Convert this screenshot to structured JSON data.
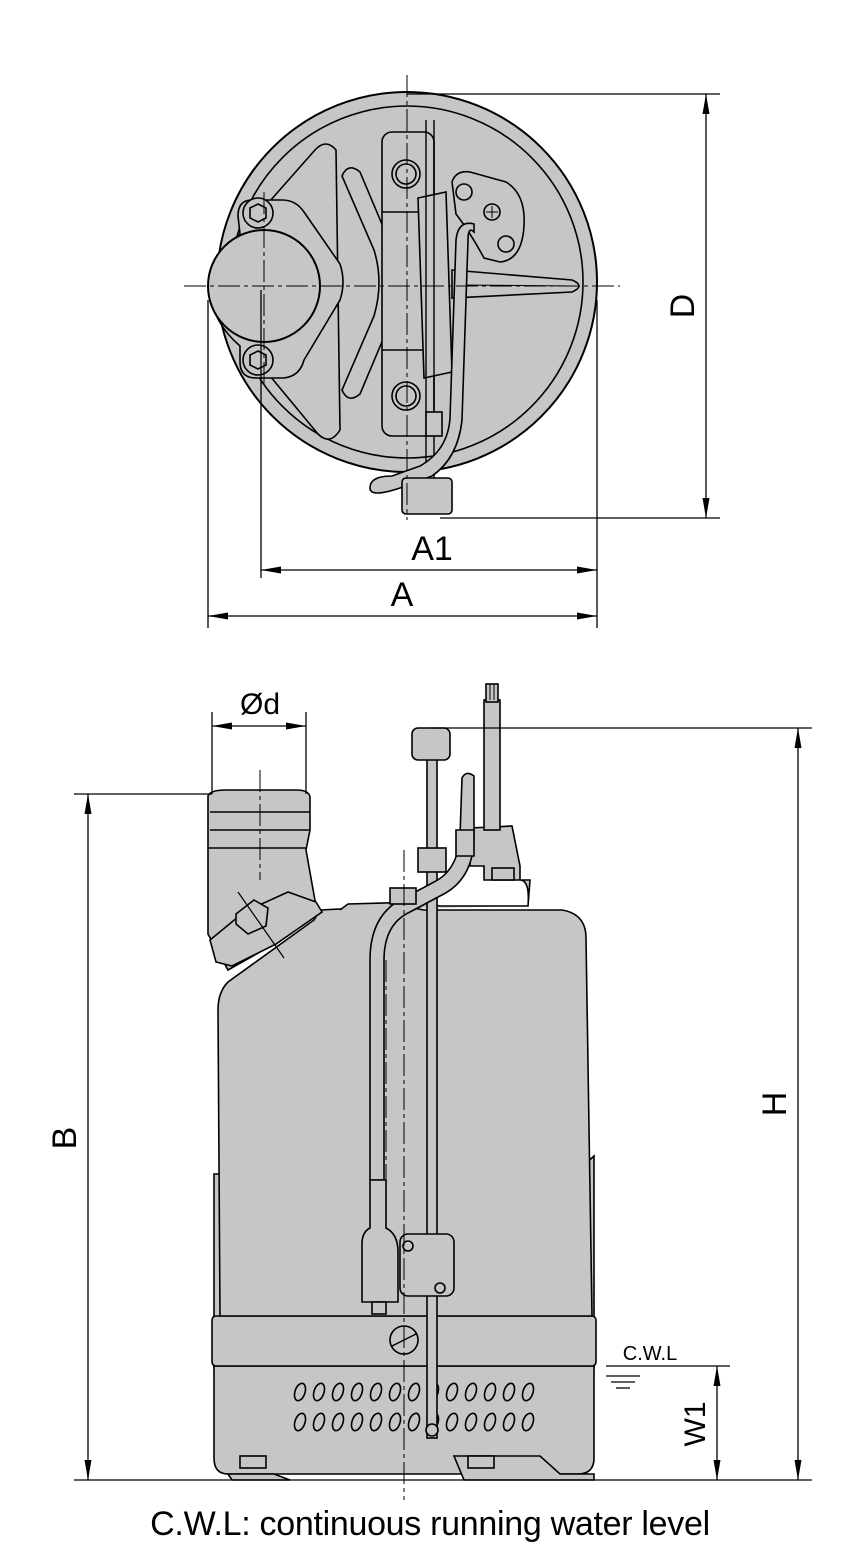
{
  "colors": {
    "body_fill": "#c6c6c6",
    "line": "#000000",
    "background": "#ffffff"
  },
  "top_view": {
    "labels": {
      "width_outer": "A",
      "width_inner": "A1",
      "depth": "D"
    }
  },
  "side_view": {
    "labels": {
      "outlet_diameter": "Ød",
      "outlet_height": "B",
      "overall_height": "H",
      "water_level_height": "W1",
      "water_level_marker": "C.W.L"
    }
  },
  "caption": "C.W.L: continuous running water level"
}
